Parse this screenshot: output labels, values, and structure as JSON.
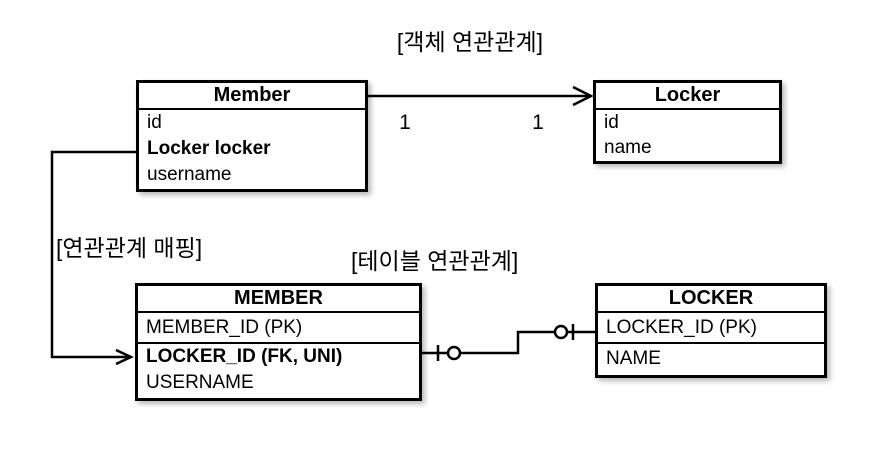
{
  "labels": {
    "object_association": "[객체 연관관계]",
    "association_mapping": "[연관관계 매핑]",
    "table_association": "[테이블 연관관계]"
  },
  "object_diagram": {
    "member": {
      "title": "Member",
      "fields": [
        "id",
        "Locker locker",
        "username"
      ]
    },
    "locker": {
      "title": "Locker",
      "fields": [
        "id",
        "name"
      ]
    },
    "multiplicity_source": "1",
    "multiplicity_target": "1"
  },
  "table_diagram": {
    "member": {
      "title": "MEMBER",
      "pk_field": "MEMBER_ID (PK)",
      "fields": [
        "LOCKER_ID (FK, UNI)",
        "USERNAME"
      ]
    },
    "locker": {
      "title": "LOCKER",
      "pk_field": "LOCKER_ID (PK)",
      "fields": [
        "NAME"
      ]
    }
  },
  "colors": {
    "line": "#000000",
    "background": "#ffffff"
  }
}
